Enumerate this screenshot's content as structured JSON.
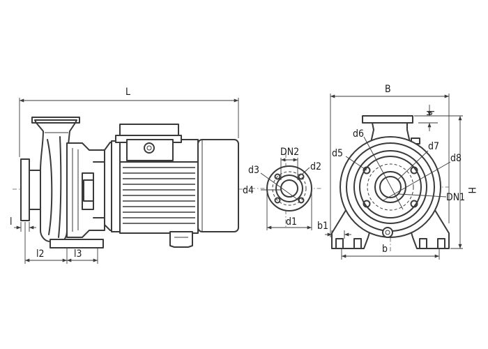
{
  "colors": {
    "line": "#3a3a3a",
    "background": "#ffffff"
  },
  "side_view": {
    "dims": {
      "length": "L",
      "flange_thickness": "l",
      "foot_offset": "l2",
      "foot_width": "l3"
    }
  },
  "flange_view": {
    "dims": {
      "nominal": "DN2",
      "bolt_hole": "d2",
      "bolt_circle": "d3",
      "raised_face": "d4",
      "outer": "d1",
      "base_offset": "b1"
    }
  },
  "front_view": {
    "dims": {
      "width": "B",
      "height": "H",
      "flange_height": "h",
      "foot_span": "b",
      "inlet": "DN1",
      "d5": "d5",
      "d6": "d6",
      "d7": "d7",
      "d8": "d8"
    }
  }
}
